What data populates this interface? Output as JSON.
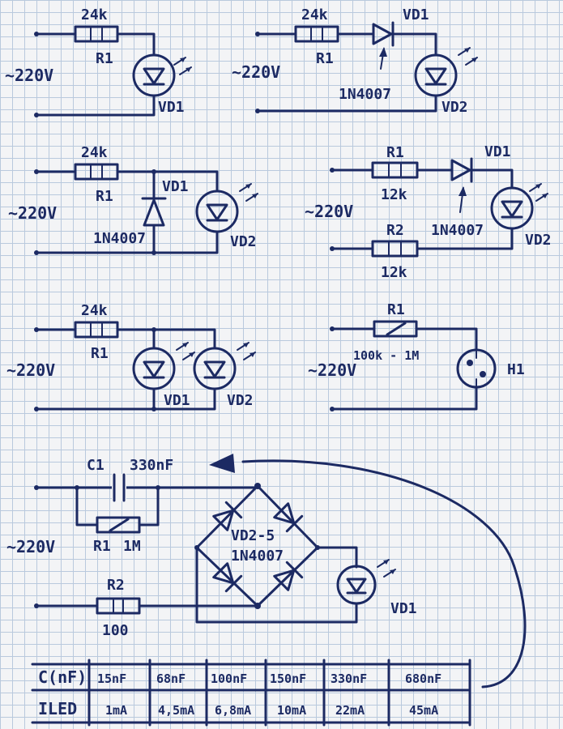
{
  "circuit1": {
    "supply": "~220V",
    "r1_value": "24k",
    "r1_label": "R1",
    "led_label": "VD1"
  },
  "circuit2": {
    "supply": "~220V",
    "r1_value": "24k",
    "r1_label": "R1",
    "diode_label": "VD1",
    "diode_part": "1N4007",
    "led_label": "VD2"
  },
  "circuit3": {
    "supply": "~220V",
    "r1_value": "24k",
    "r1_label": "R1",
    "diode_label": "VD1",
    "diode_part": "1N4007",
    "led_label": "VD2"
  },
  "circuit4": {
    "supply": "~220V",
    "r1_label": "R1",
    "r1_value": "12k",
    "r2_label": "R2",
    "r2_value": "12k",
    "diode_label": "VD1",
    "diode_part": "1N4007",
    "led_label": "VD2"
  },
  "circuit5": {
    "supply": "~220V",
    "r1_value": "24k",
    "r1_label": "R1",
    "led1_label": "VD1",
    "led2_label": "VD2"
  },
  "circuit6": {
    "supply": "~220V",
    "r1_label": "R1",
    "r1_value": "100k - 1M",
    "lamp_label": "H1"
  },
  "circuit7": {
    "supply": "~220V",
    "c1_label": "C1",
    "c1_value": "330nF",
    "r1_label": "R1",
    "r1_value": "1M",
    "r2_label": "R2",
    "r2_value": "100",
    "bridge_label": "VD2-5",
    "bridge_part": "1N4007",
    "led_label": "VD1"
  },
  "table": {
    "row1_header": "C(nF)",
    "row2_header": "ILED",
    "capacitance": [
      "15nF",
      "68nF",
      "100nF",
      "150nF",
      "330nF",
      "680nF"
    ],
    "current": [
      "1mA",
      "4,5mA",
      "6,8mA",
      "10mA",
      "22mA",
      "45mA"
    ]
  }
}
